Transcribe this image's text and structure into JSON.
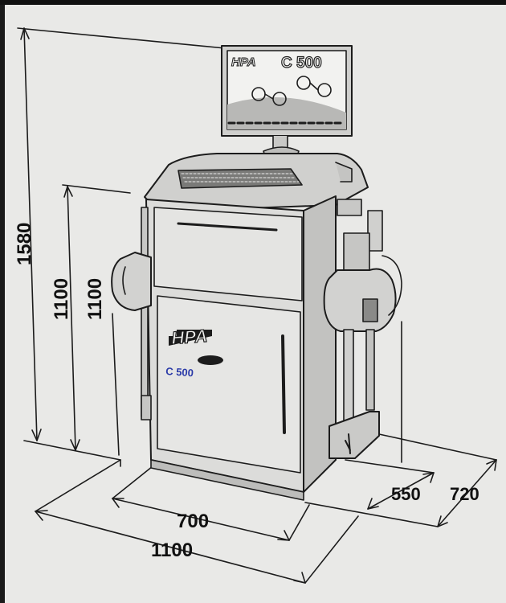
{
  "dimensions": {
    "total_height": "1580",
    "cabinet_height_a": "1100",
    "cabinet_height_b": "1100",
    "cabinet_width": "700",
    "total_width": "1100",
    "cabinet_depth": "550",
    "total_depth": "720"
  },
  "branding": {
    "cabinet_logo": "HPA",
    "cabinet_badge": "C 500",
    "monitor_logo": "HPA",
    "monitor_model": "C 500"
  },
  "colors": {
    "background": "#e9e9e7",
    "line": "#1c1c1c",
    "cabinet_fill": "#d6d6d4",
    "cabinet_front": "#dcdcda",
    "badge_blue": "#2a3aa8"
  }
}
